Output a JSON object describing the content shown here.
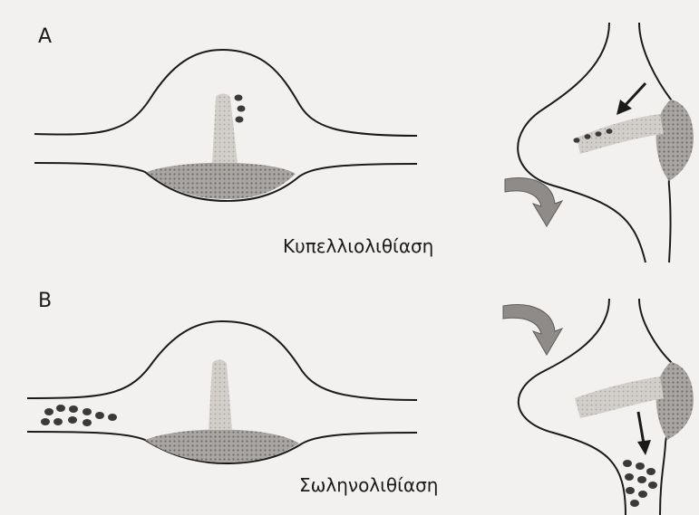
{
  "panels": [
    {
      "letter": "A",
      "caption": "Κυπελλιολιθίαση"
    },
    {
      "letter": "B",
      "caption": "Σωληνολιθίαση"
    }
  ],
  "colors": {
    "background": "#f2f1ef",
    "outline": "#1a1a1a",
    "cupula": "#c9c6c2",
    "crista": "#9d9a97",
    "otoconia": "#3a3a3a",
    "curved_arrow": "#8e8b88"
  }
}
